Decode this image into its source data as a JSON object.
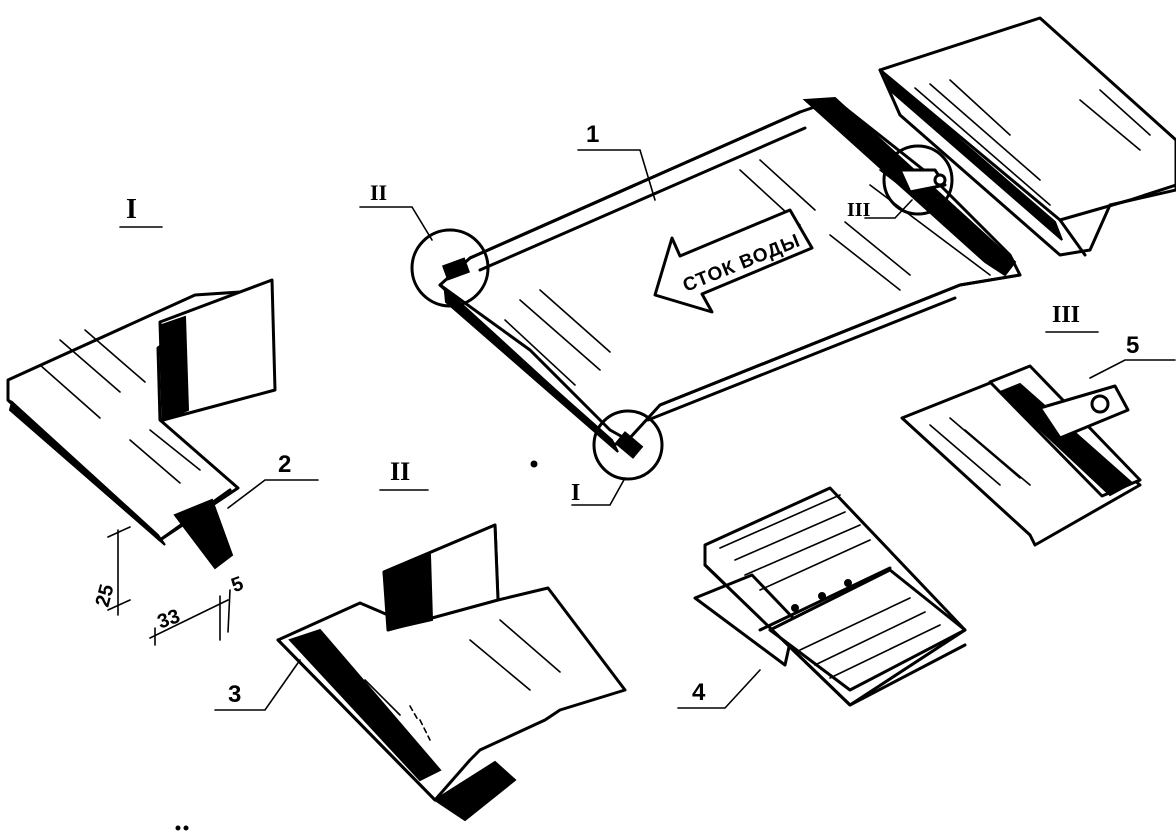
{
  "labels": {
    "view_I": "I",
    "view_II": "II",
    "view_III": "III",
    "callout_I": "I",
    "callout_II": "II",
    "callout_III": "III"
  },
  "parts": {
    "p1": "1",
    "p2": "2",
    "p3": "3",
    "p4": "4",
    "p5": "5"
  },
  "dimensions": {
    "height": "25",
    "width": "33",
    "gap": "5"
  },
  "arrow_text": "СТОК ВОДЫ"
}
